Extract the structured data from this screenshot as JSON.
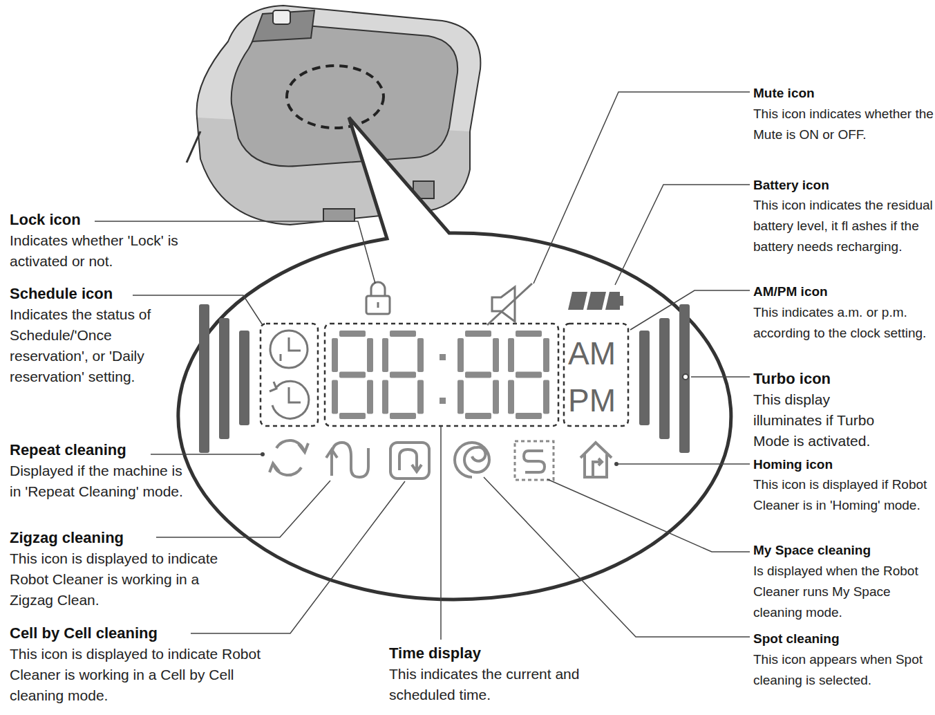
{
  "diagram": {
    "labels": [
      "Mute icon",
      "This icon indicates whether the Mute is ON or OFF.",
      "Battery icon",
      "This icon indicates the residual battery level, it fl ashes if the battery needs recharging.",
      "Lock icon",
      "Indicates whether 'Lock' is activated or not.",
      "AM/PM icon",
      "This indicates a.m. or p.m. according to the clock setting.",
      "Schedule icon",
      "Indicates the status of Schedule/'Once reservation', or 'Daily reservation' setting.",
      "Turbo icon",
      "This display illuminates if Turbo Mode is activated.",
      "Repeat cleaning",
      "Displayed if the machine is in 'Repeat Cleaning' mode.",
      "Homing icon",
      "This icon is displayed if Robot Cleaner is in 'Homing' mode.",
      "Zigzag cleaning",
      "This icon is displayed to indicate Robot Cleaner is working in a Zigzag Clean.",
      "My Space cleaning",
      "Is displayed when the Robot Cleaner runs My Space cleaning mode.",
      "Cell by Cell cleaning",
      "This icon is displayed to indicate Robot Cleaner is working in a Cell by Cell cleaning mode.",
      "Time display",
      "This indicates the current and scheduled time.",
      "Spot cleaning",
      "This icon appears when Spot cleaning is selected.",
      "AM",
      "PM"
    ]
  }
}
